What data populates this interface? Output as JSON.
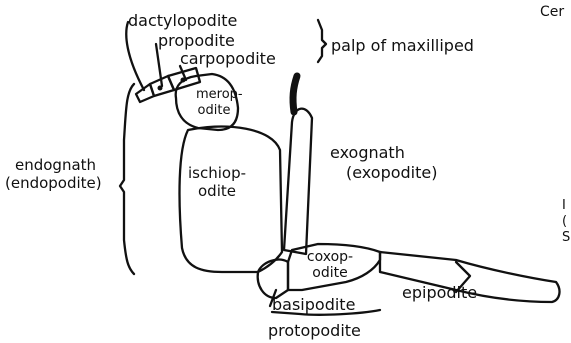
{
  "labels": {
    "dactylopodite": "dactylopodite",
    "propodite": "propodite",
    "carpopodite": "carpopodite",
    "palp": "palp of maxilliped",
    "corner": "Cer",
    "meropodite_1": "merop-",
    "meropodite_2": "odite",
    "endognath_1": "endognath",
    "endognath_2": "(endopodite)",
    "ischiopodite_1": "ischiop-",
    "ischiopodite_2": "odite",
    "exognath_1": "exognath",
    "exognath_2": "(exopodite)",
    "coxopodite_1": "coxop-",
    "coxopodite_2": "odite",
    "epipodite": "epipodite",
    "basipodite": "basipodite",
    "protopodite": "protopodite",
    "edge_1": "I",
    "edge_2": "(",
    "edge_3": "S"
  }
}
